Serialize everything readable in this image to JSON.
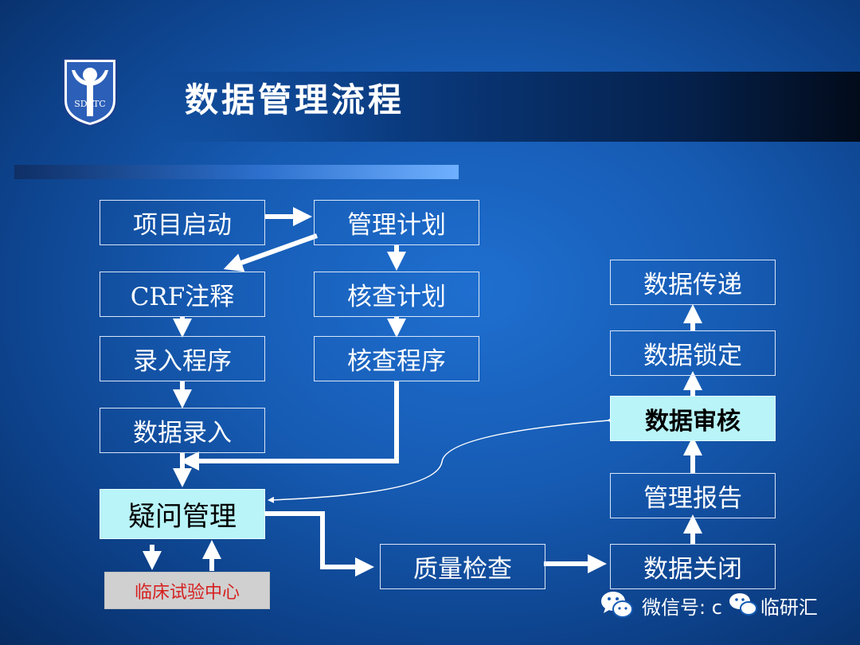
{
  "slide": {
    "title": "数据管理流程",
    "logo_text": "SDATC"
  },
  "boxes": {
    "project_start": "项目启动",
    "management_plan": "管理计划",
    "crf_annotation": "CRF注释",
    "check_plan": "核查计划",
    "entry_program": "录入程序",
    "check_program": "核查程序",
    "data_entry": "数据录入",
    "query_management": "疑问管理",
    "clinical_trial_center": "临床试验中心",
    "quality_check": "质量检查",
    "data_transfer": "数据传递",
    "data_lock": "数据锁定",
    "data_review": "数据审核",
    "management_report": "管理报告",
    "data_close": "数据关闭"
  },
  "watermark": {
    "text": "微信号: c",
    "text2": "临研汇"
  },
  "colors": {
    "highlight_box": "#b8f4f8",
    "center_box": "#d0d0d0",
    "center_text": "#d62020"
  }
}
